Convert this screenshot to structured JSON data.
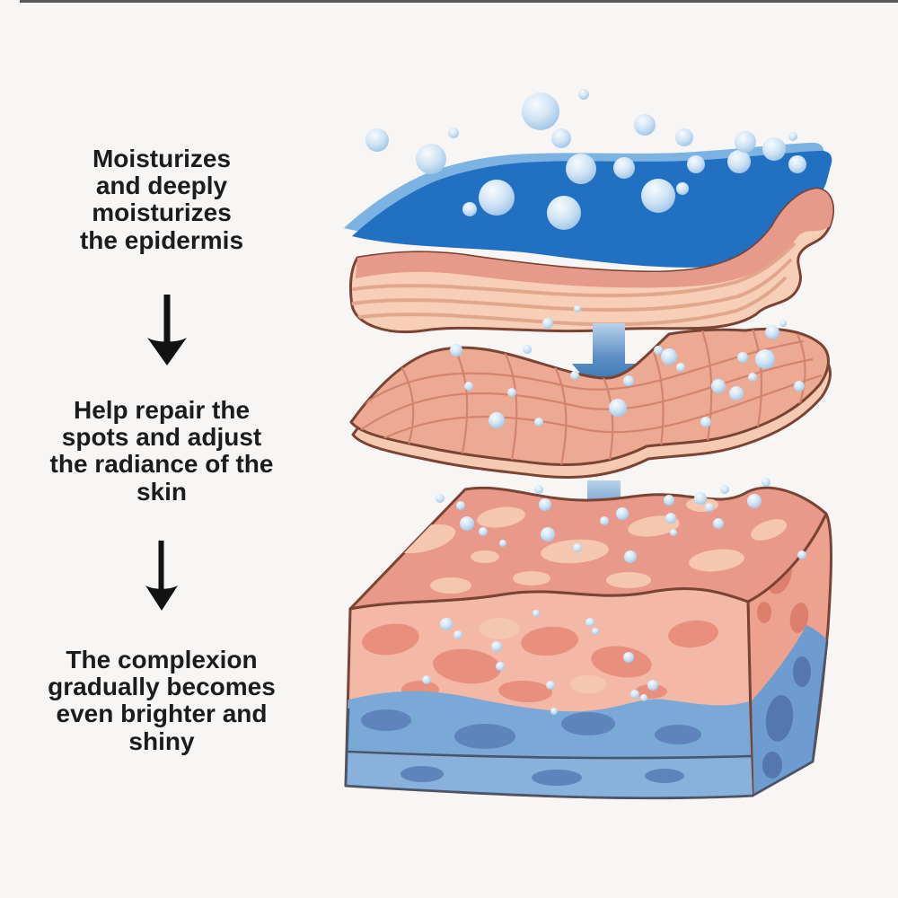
{
  "benefits": {
    "step1": "Moisturizes\nand deeply\nmoisturizes\nthe epidermis",
    "step2": "Help repair the\nspots and adjust\nthe radiance of the\nskin",
    "step3": "The complexion\ngradually becomes\neven brighter and\nshiny"
  },
  "icons": {
    "step_arrow": "down-arrow-icon",
    "absorb_arrow": "absorb-arrow-icon",
    "bubble": "water-bubble-icon",
    "droplet": "water-droplet-icon"
  },
  "colors": {
    "bg": "#f7f6f4",
    "top_line": "#3c3c3c",
    "text": "#1c1c1c",
    "arrow_black": "#121212",
    "film_blue": "#2170c2",
    "film_blue_light": "#7cb3e3",
    "sheet_cream": "#f7cfb9",
    "sheet_salmon_band": "#e7998a",
    "sheet_stripe": "#e2a68c",
    "outline_brown": "#7a4434",
    "mesh_base": "#edaa92",
    "mesh_edge": "#f6cab2",
    "mesh_grid": "#d2846d",
    "arrow_blue_light": "#b9d3ea",
    "arrow_blue_mid": "#5d8fc4",
    "arrow_blue_dark": "#1c5fa5",
    "block_top_base": "#e9998a",
    "block_top_blob": "#f5c7b1",
    "block_front_base": "#f3b9a6",
    "block_front_blob": "#e88f7e",
    "block_side_base": "#eca28f",
    "block_side_blob": "#dd7f6d",
    "blue_layer": "#7aa8d7",
    "blue_blob": "#5d85bb",
    "blue_strip": "#88b1dc",
    "blue_side": "#6f9cd0",
    "blue_side_blob": "#5377ae",
    "outline_blue": "#48556a",
    "bubble_hi": "#f6fbfe",
    "bubble_mid": "#cfe3f4",
    "bubble_edge": "#9cc4e6"
  }
}
